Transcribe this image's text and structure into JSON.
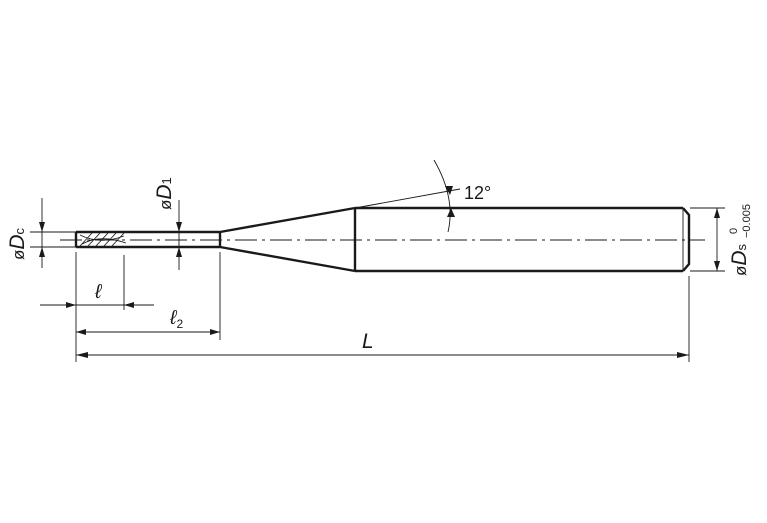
{
  "dimensions": {
    "dc": {
      "prefix": "ø",
      "symbol": "D",
      "sub": "c"
    },
    "d1": {
      "prefix": "ø",
      "symbol": "D",
      "sub": "1"
    },
    "ds": {
      "prefix": "ø",
      "symbol": "D",
      "sub": "s",
      "tol_upper": "0",
      "tol_lower": "−0.005"
    },
    "l": {
      "symbol": "ℓ"
    },
    "l2": {
      "symbol": "ℓ",
      "sub": "2"
    },
    "L": {
      "symbol": "L"
    }
  },
  "angle": {
    "label": "12°"
  }
}
